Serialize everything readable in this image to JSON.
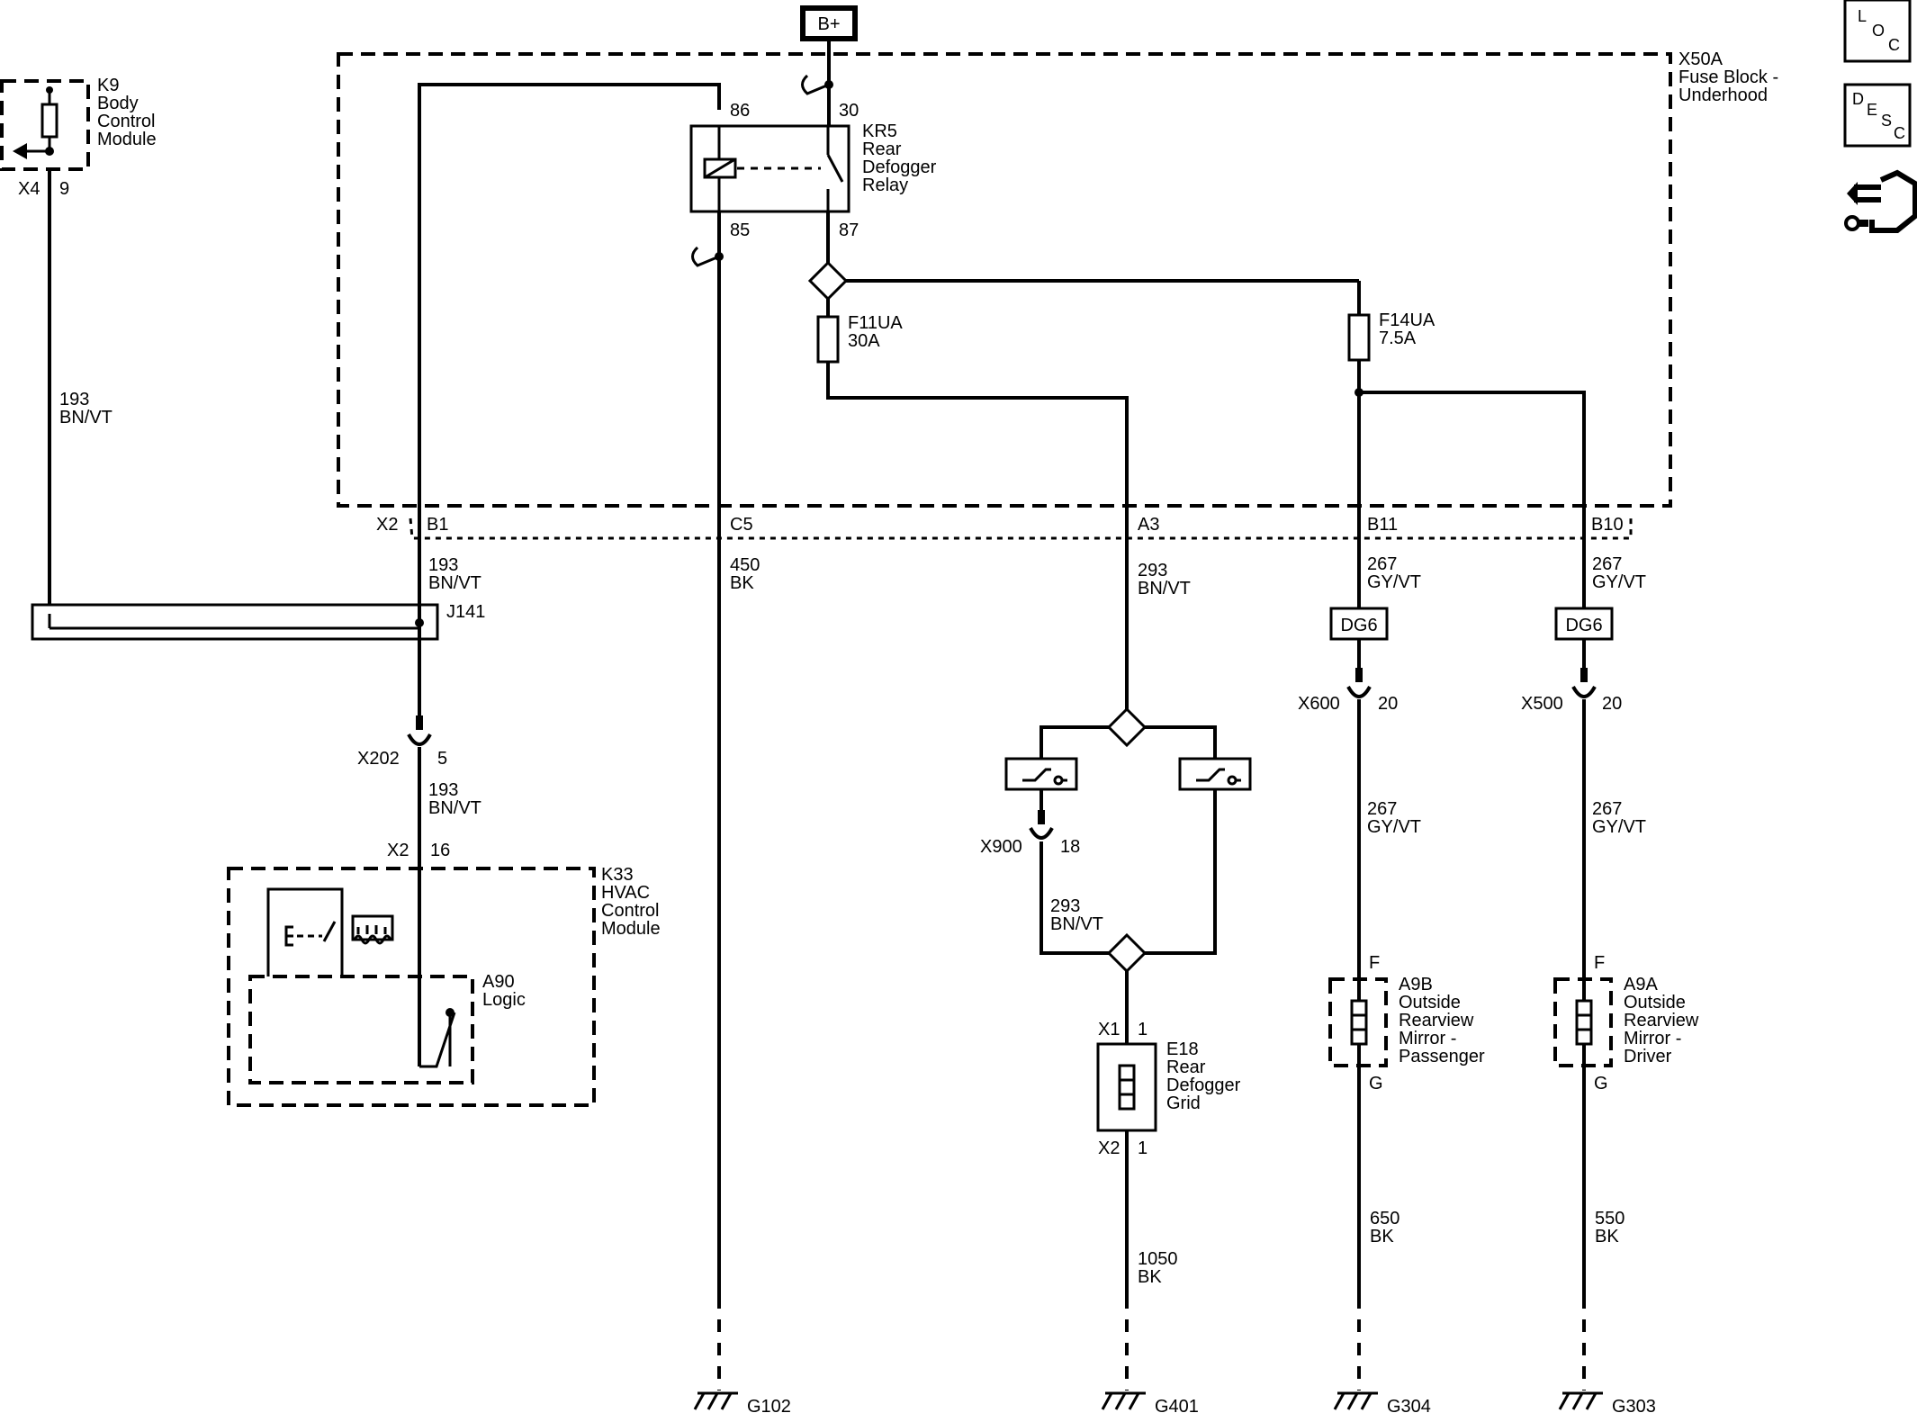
{
  "battery": "B+",
  "fuse_block": {
    "ref": "X50A",
    "name_line1": "Fuse Block -",
    "name_line2": "Underhood",
    "connector": "X2"
  },
  "bcm": {
    "ref": "K9",
    "line1": "Body",
    "line2": "Control",
    "line3": "Module",
    "connector": "X4",
    "pin": "9"
  },
  "relay": {
    "ref": "KR5",
    "line1": "Rear",
    "line2": "Defogger",
    "line3": "Relay",
    "pin86": "86",
    "pin30": "30",
    "pin85": "85",
    "pin87": "87"
  },
  "fuse_f11": {
    "ref": "F11UA",
    "rating": "30A"
  },
  "fuse_f14": {
    "ref": "F14UA",
    "rating": "7.5A"
  },
  "pins": {
    "b1": "B1",
    "c5": "C5",
    "a3": "A3",
    "b11": "B11",
    "b10": "B10"
  },
  "wires": {
    "w193": {
      "num": "193",
      "color": "BN/VT"
    },
    "w450": {
      "num": "450",
      "color": "BK"
    },
    "w293": {
      "num": "293",
      "color": "BN/VT"
    },
    "w267": {
      "num": "267",
      "color": "GY/VT"
    },
    "w1050": {
      "num": "1050",
      "color": "BK"
    },
    "w650": {
      "num": "650",
      "color": "BK"
    },
    "w550": {
      "num": "550",
      "color": "BK"
    }
  },
  "splice": "J141",
  "x202": {
    "ref": "X202",
    "pin": "5"
  },
  "hvac": {
    "ref": "K33",
    "line1": "HVAC",
    "line2": "Control",
    "line3": "Module",
    "connector": "X2",
    "pin": "16"
  },
  "logic": {
    "ref": "A90",
    "label": "Logic"
  },
  "option": "DG6",
  "x600": {
    "ref": "X600",
    "pin": "20"
  },
  "x500": {
    "ref": "X500",
    "pin": "20"
  },
  "x900": {
    "ref": "X900",
    "pin": "18"
  },
  "grid": {
    "ref": "E18",
    "line1": "Rear",
    "line2": "Defogger",
    "line3": "Grid",
    "x1": "X1",
    "x1pin": "1",
    "x2": "X2",
    "x2pin": "1"
  },
  "mirror_pass": {
    "ref": "A9B",
    "line1": "Outside",
    "line2": "Rearview",
    "line3": "Mirror -",
    "line4": "Passenger",
    "pinF": "F",
    "pinG": "G"
  },
  "mirror_drv": {
    "ref": "A9A",
    "line1": "Outside",
    "line2": "Rearview",
    "line3": "Mirror -",
    "line4": "Driver",
    "pinF": "F",
    "pinG": "G"
  },
  "grounds": {
    "g102": "G102",
    "g401": "G401",
    "g304": "G304",
    "g303": "G303"
  },
  "nav": {
    "loc": {
      "l": "L",
      "o": "O",
      "c": "C"
    },
    "desc": {
      "d": "D",
      "e": "E",
      "s": "S",
      "c": "C"
    }
  }
}
